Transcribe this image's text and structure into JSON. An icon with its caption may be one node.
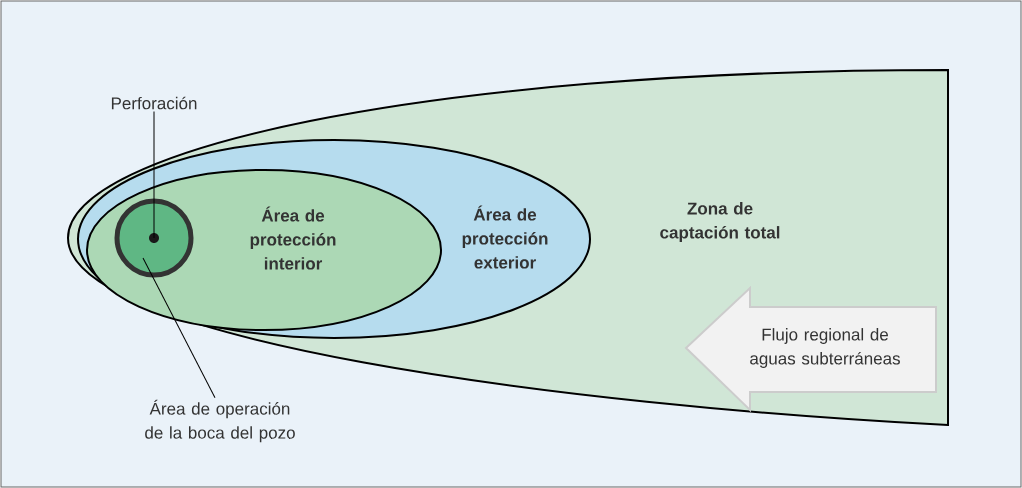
{
  "diagram": {
    "nodes": [
      {
        "text": [
          "Zona de captación total"
        ]
      },
      {
        "text": [
          "Área de protección exterior"
        ],
        "in": 0
      },
      {
        "text": [
          "Área de protección interior"
        ],
        "in": 1
      },
      {
        "text": [],
        "shape": "circle",
        "in": 2
      },
      {
        "text": [],
        "shape": "circle",
        "in": 3
      },
      {
        "text": [
          "Perforación"
        ]
      },
      {
        "text": [
          "Área de operación de la boca del pozo"
        ]
      },
      {
        "text": [
          "Flujo regional de aguas subterráneas"
        ],
        "in": 0
      }
    ],
    "edges": [
      {
        "from": 5,
        "to": 4,
        "arrow": "none"
      },
      {
        "from": 6,
        "to": 3,
        "arrow": "none"
      }
    ]
  }
}
